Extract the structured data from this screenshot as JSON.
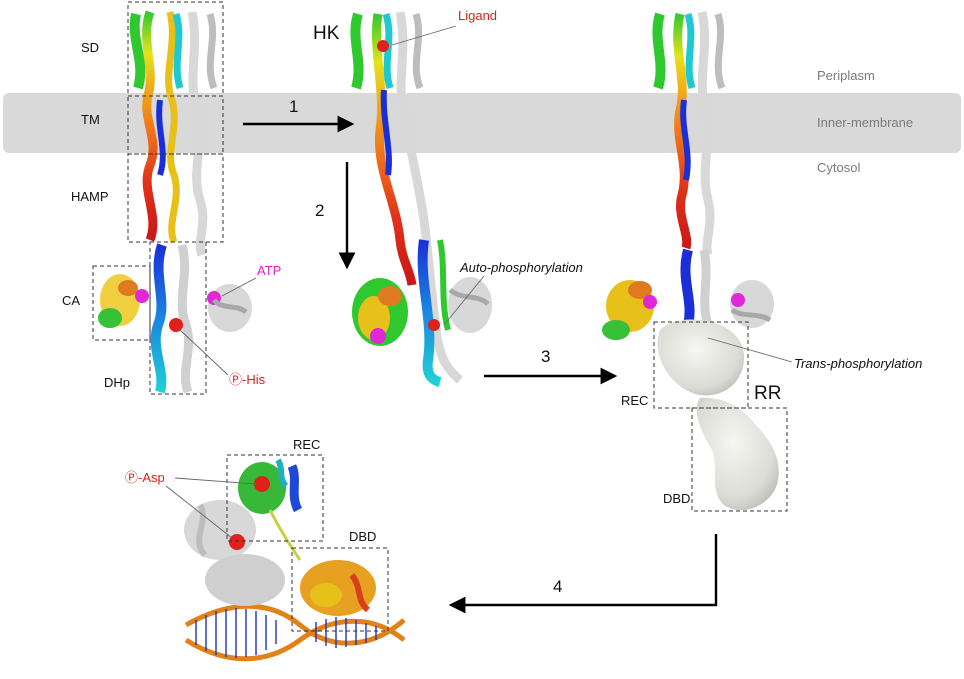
{
  "compartments": {
    "periplasm": "Periplasm",
    "membrane": "Inner-membrane",
    "cytosol": "Cytosol"
  },
  "domains": {
    "sd": "SD",
    "tm": "TM",
    "hamp": "HAMP",
    "ca": "CA",
    "dhp": "DHp",
    "rec": "REC",
    "dbd": "DBD"
  },
  "molecules": {
    "hk": "HK",
    "rr": "RR"
  },
  "annotations": {
    "ligand": "Ligand",
    "atp": "ATP",
    "p_his": "Ⓟ-His",
    "p_asp": "Ⓟ-Asp",
    "auto": "Auto-phosphorylation",
    "trans": "Trans-phosphorylation"
  },
  "steps": [
    "1",
    "2",
    "3",
    "4"
  ],
  "colors": {
    "membrane": "#d9d9d9",
    "label_red": "#e0201b",
    "label_magenta": "#e020c8",
    "label_grey": "#7a7a7a"
  }
}
